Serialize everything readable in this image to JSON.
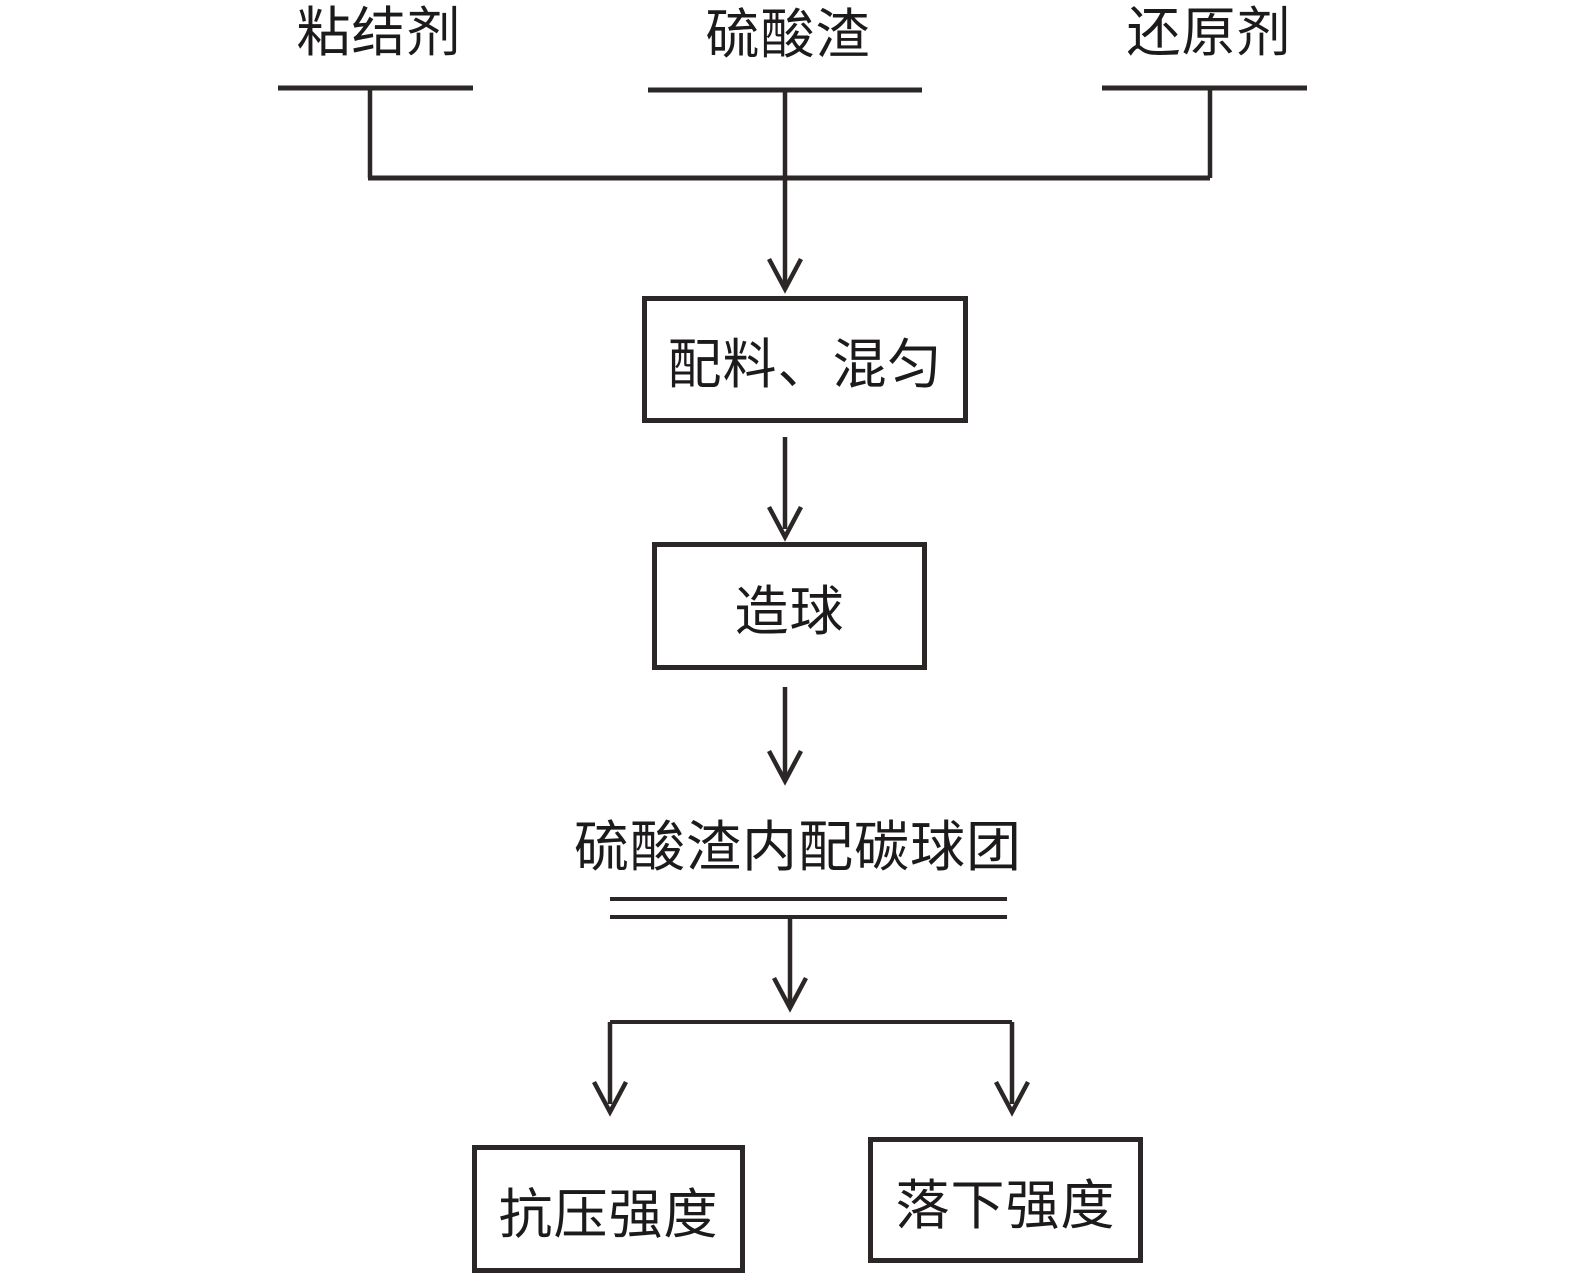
{
  "diagram": {
    "inputs": [
      {
        "id": "binder",
        "label": "粘结剂"
      },
      {
        "id": "sulfuric-acid-residue",
        "label": "硫酸渣"
      },
      {
        "id": "reducing-agent",
        "label": "还原剂"
      }
    ],
    "process_boxes": [
      {
        "id": "batching-mixing",
        "label": "配料、混匀"
      },
      {
        "id": "pelletizing",
        "label": "造球"
      }
    ],
    "intermediate_label": "硫酸渣内配碳球团",
    "output_boxes": [
      {
        "id": "compressive-strength",
        "label": "抗压强度"
      },
      {
        "id": "drop-strength",
        "label": "落下强度"
      }
    ],
    "colors": {
      "line": "#2b2726",
      "text": "#1c1a1b",
      "background": "#ffffff"
    }
  }
}
